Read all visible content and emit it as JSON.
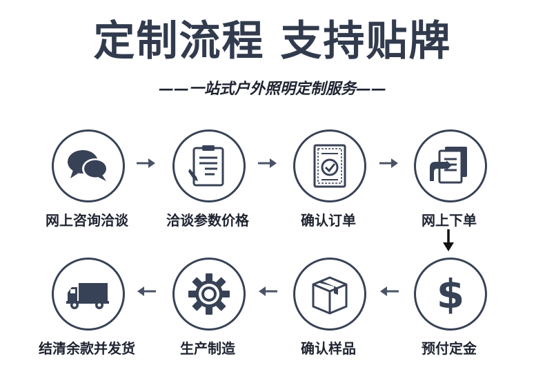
{
  "header": {
    "title": "定制流程  支持贴牌",
    "subtitle": "——一站式户外照明定制服务——"
  },
  "colors": {
    "circle_border": "#384256",
    "icon": "#384256",
    "arrow": "#4a5366",
    "text": "#1e2330"
  },
  "steps": [
    {
      "label": "网上咨询洽谈",
      "icon": "chat-bubbles-icon"
    },
    {
      "label": "洽谈参数价格",
      "icon": "clipboard-pen-icon"
    },
    {
      "label": "确认订单",
      "icon": "certificate-check-icon"
    },
    {
      "label": "网上下单",
      "icon": "documents-hand-icon"
    },
    {
      "label": "预付定金",
      "icon": "dollar-icon"
    },
    {
      "label": "确认样品",
      "icon": "package-box-icon"
    },
    {
      "label": "生产制造",
      "icon": "gear-icon"
    },
    {
      "label": "结清余款并发货",
      "icon": "delivery-truck-icon"
    }
  ]
}
